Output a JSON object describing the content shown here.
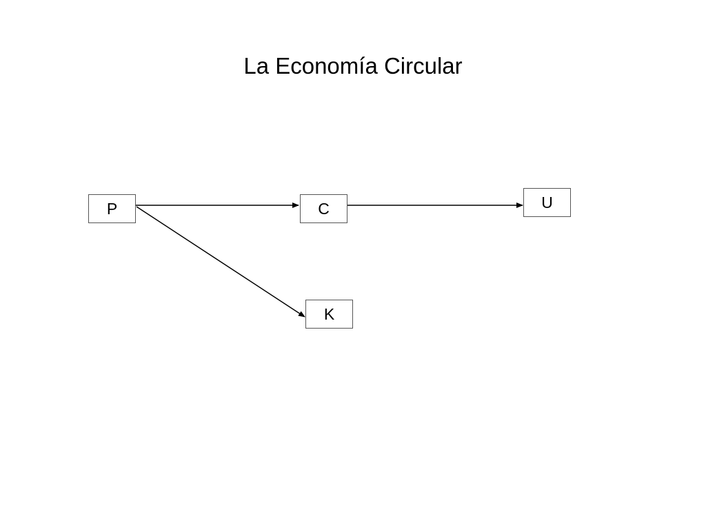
{
  "title": "La Economía Circular",
  "nodes": {
    "p": "P",
    "c": "C",
    "u": "U",
    "k": "K"
  },
  "edges": [
    {
      "from": "P",
      "to": "C"
    },
    {
      "from": "C",
      "to": "U"
    },
    {
      "from": "P",
      "to": "K"
    }
  ],
  "colors": {
    "line": "#000000",
    "box_border": "#555555",
    "background": "#ffffff"
  }
}
